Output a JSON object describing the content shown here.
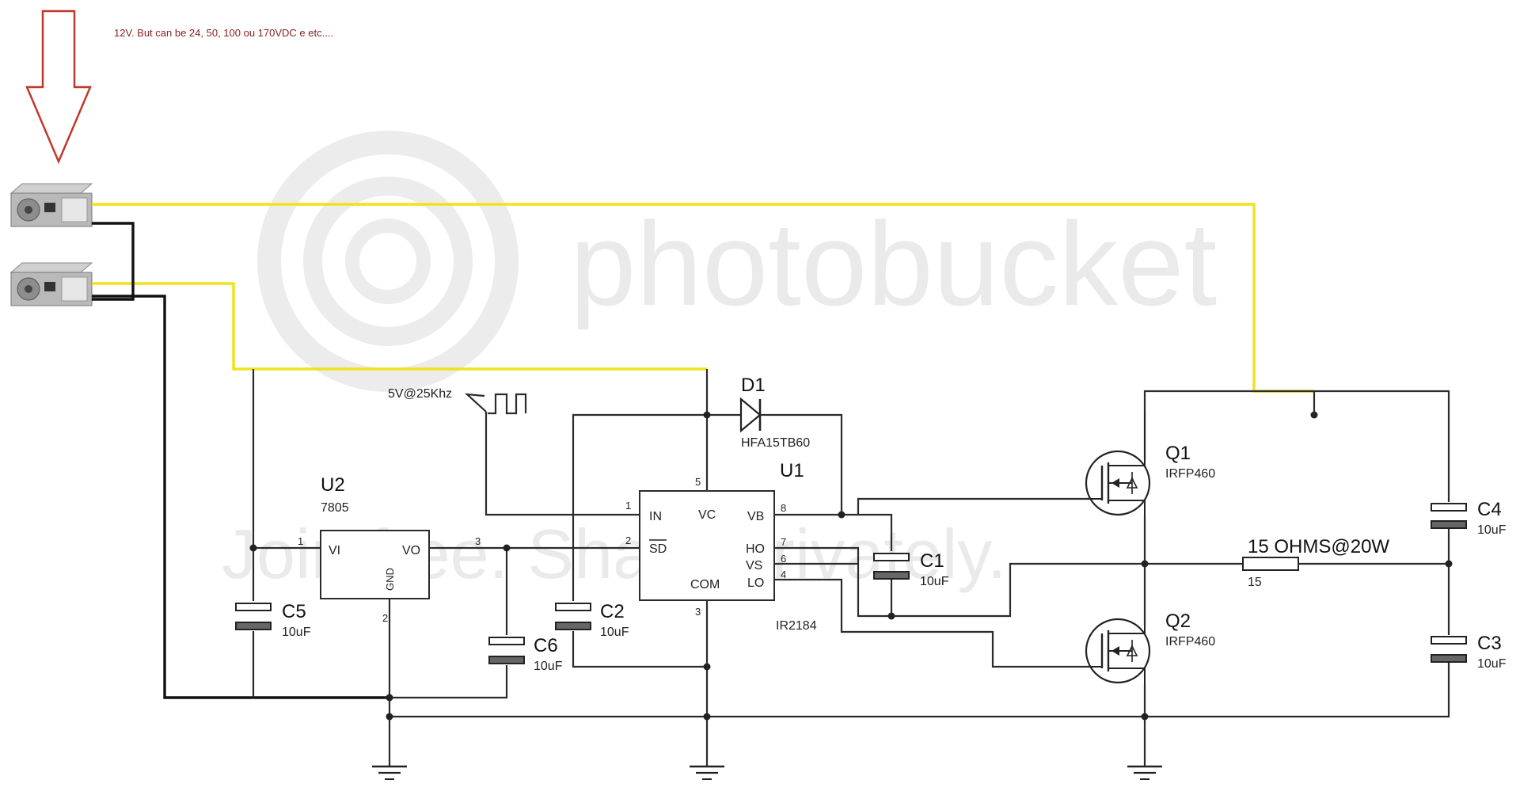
{
  "note": "12V. But can be 24, 50, 100 ou 170VDC e etc....",
  "watermark": {
    "line1": "photobucket",
    "line2": "Join free. Share privately."
  },
  "colors": {
    "positive_wire": "#f0e21a",
    "ground_wire": "#111111",
    "arrow": "#c0392b",
    "note": "#8a2020"
  },
  "signal_source": {
    "label": "5V@25Khz"
  },
  "components": {
    "d1": {
      "ref": "D1",
      "value": "HFA15TB60"
    },
    "u1": {
      "ref": "U1",
      "part": "IR2184",
      "pins": {
        "in": "IN",
        "vc": "VC",
        "vb": "VB",
        "sd": "SD",
        "ho": "HO",
        "vs": "VS",
        "com": "COM",
        "lo": "LO"
      },
      "pin_numbers": {
        "in": "1",
        "sd": "2",
        "com": "3",
        "lo": "4",
        "vc": "5",
        "vs": "6",
        "ho": "7",
        "vb": "8"
      }
    },
    "u2": {
      "ref": "U2",
      "part": "7805",
      "pins": {
        "vi": "VI",
        "vo": "VO",
        "gnd": "GND"
      },
      "pin_numbers": {
        "vi": "1",
        "gnd": "2",
        "vo": "3"
      }
    },
    "q1": {
      "ref": "Q1",
      "part": "IRFP460"
    },
    "q2": {
      "ref": "Q2",
      "part": "IRFP460"
    },
    "c1": {
      "ref": "C1",
      "value": "10uF"
    },
    "c2": {
      "ref": "C2",
      "value": "10uF"
    },
    "c3": {
      "ref": "C3",
      "value": "10uF"
    },
    "c4": {
      "ref": "C4",
      "value": "10uF"
    },
    "c5": {
      "ref": "C5",
      "value": "10uF"
    },
    "c6": {
      "ref": "C6",
      "value": "10uF"
    },
    "r1": {
      "label": "15 OHMS@20W",
      "value": "15"
    }
  }
}
